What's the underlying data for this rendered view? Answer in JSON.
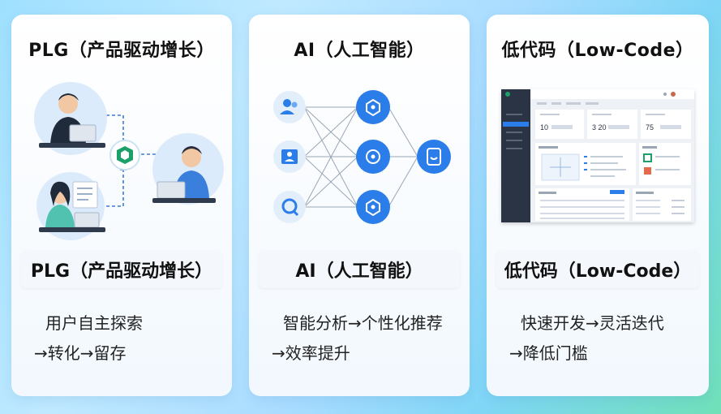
{
  "cards": [
    {
      "title": "PLG（产品驱动增长）",
      "label": "PLG（产品驱动增长）",
      "desc_line1": "用户自主探索",
      "desc_line2": "→转化→留存",
      "icons": [
        "user-laptop-icon",
        "product-hub-icon",
        "user-laptop-icon",
        "user-document-icon"
      ]
    },
    {
      "title": "AI（人工智能）",
      "label": "AI（人工智能）",
      "desc_line1": "智能分析→个性化推荐",
      "desc_line2": "→效率提升",
      "icons": [
        "users-icon",
        "person-card-icon",
        "search-refresh-icon",
        "ai-node-icon",
        "output-device-icon"
      ]
    },
    {
      "title": "低代码（Low-Code）",
      "label": "低代码（Low-Code）",
      "desc_line1": "快速开发→灵活迭代",
      "desc_line2": "→降低门槛",
      "dashboard": {
        "stats": [
          "10",
          "3 20",
          "75"
        ]
      }
    }
  ],
  "colors": {
    "accent_blue": "#2b7de9",
    "hub_green": "#1ca06a",
    "dashboard_sidebar": "#2a3444"
  }
}
